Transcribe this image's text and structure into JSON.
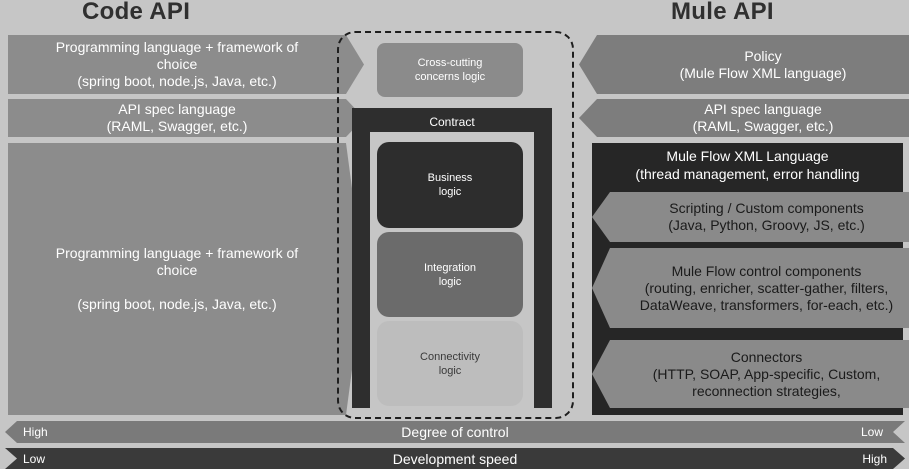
{
  "titles": {
    "code_api": "Code API",
    "mule_api": "Mule API"
  },
  "left": {
    "box1": [
      "Programming language + framework of",
      "choice",
      "(spring boot, node.js, Java, etc.)"
    ],
    "box2": [
      "API spec language",
      "(RAML, Swagger, etc.)"
    ],
    "box3": [
      "Programming language + framework of",
      "choice",
      "(spring boot, node.js, Java, etc.)"
    ]
  },
  "center": {
    "cross_cutting": [
      "Cross-cutting",
      "concerns logic"
    ],
    "contract": "Contract",
    "business": [
      "Business",
      "logic"
    ],
    "integration": [
      "Integration",
      "logic"
    ],
    "connectivity": [
      "Connectivity",
      "logic"
    ]
  },
  "right": {
    "policy": [
      "Policy",
      "(Mule Flow XML language)"
    ],
    "api_spec": [
      "API spec language",
      "(RAML, Swagger, etc.)"
    ],
    "mule_flow": [
      "Mule Flow XML Language",
      "(thread management, error handling"
    ],
    "scripting": [
      "Scripting / Custom components",
      "(Java, Python, Groovy, JS, etc.)"
    ],
    "control": [
      "Mule Flow control components",
      "(routing, enricher, scatter-gather, filters,",
      "DataWeave, transformers, for-each, etc.)"
    ],
    "connectors": [
      "Connectors",
      "(HTTP, SOAP, App-specific, Custom,",
      "reconnection strategies,"
    ]
  },
  "bars": {
    "control": {
      "label": "Degree of control",
      "left": "High",
      "right": "Low"
    },
    "speed": {
      "label": "Development speed",
      "left": "Low",
      "right": "High"
    }
  },
  "colors": {
    "background": "#c6c6c6",
    "left_boxes": "#8c8c8c",
    "right_boxes": "#7d7d7d",
    "dark": "#262626",
    "bar_control": "#7a7a7a",
    "bar_speed": "#3a3a3a"
  }
}
